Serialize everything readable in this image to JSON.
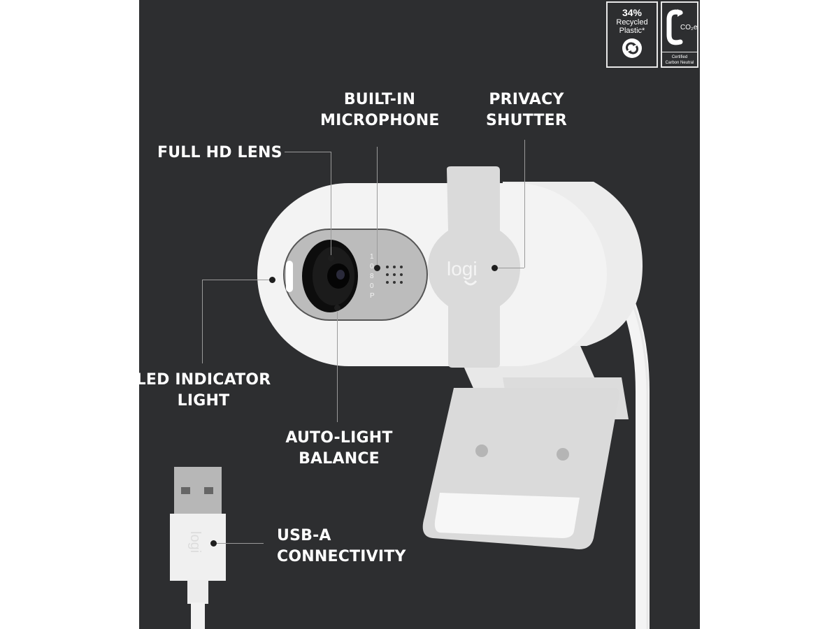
{
  "badges": {
    "recycled": {
      "percent": "34%",
      "line1": "Recycled",
      "line2": "Plastic*",
      "icon": "recycle-arrows-icon"
    },
    "carbon": {
      "letter": "C",
      "formula": "CO₂e",
      "line1": "Certified",
      "line2": "Carbon Neutral",
      "icon": "carbon-c-arrow-icon"
    }
  },
  "callouts": [
    {
      "id": "full-hd-lens",
      "lines": [
        "FULL HD LENS"
      ]
    },
    {
      "id": "built-in-microphone",
      "lines": [
        "BUILT-IN",
        "MICROPHONE"
      ]
    },
    {
      "id": "privacy-shutter",
      "lines": [
        "PRIVACY",
        "SHUTTER"
      ]
    },
    {
      "id": "led-indicator-light",
      "lines": [
        "LED INDICATOR",
        "LIGHT"
      ]
    },
    {
      "id": "auto-light-balance",
      "lines": [
        "AUTO-LIGHT",
        "BALANCE"
      ]
    },
    {
      "id": "usb-a-connectivity",
      "lines": [
        "USB-A",
        "CONNECTIVITY"
      ]
    }
  ],
  "product": {
    "brand_logo": "logi",
    "resolution_text": "1080P",
    "colors": {
      "background": "#2d2e30",
      "body": "#f2f2f2",
      "shutter": "#d9d9d9",
      "lens_bezel": "#bdbdbd",
      "lens": "#111111"
    }
  }
}
